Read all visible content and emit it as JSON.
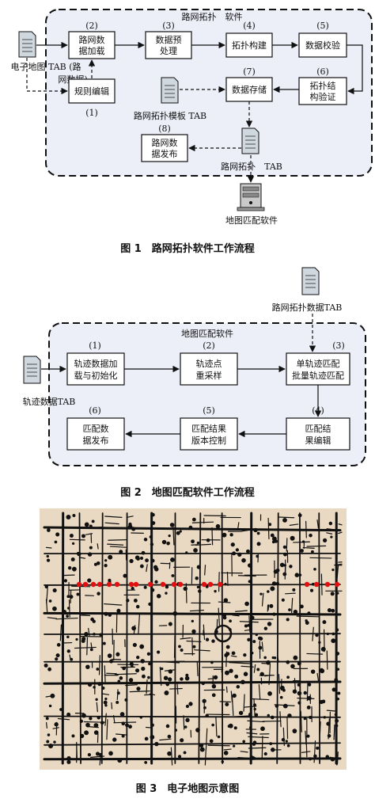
{
  "fig1": {
    "panel_title": "路网拓扑　软件",
    "caption": "图 1　路网拓扑软件工作流程",
    "input_doc_label_line1": "电子地图 TAB (路",
    "input_doc_label_line2": "网数据)",
    "template_doc_label": "路网拓扑模板 TAB",
    "output_doc_label": "路网拓扑　TAB",
    "server_label": "地图匹配软件",
    "steps": [
      {
        "num": "(2)",
        "line1": "路网数",
        "line2": "据加载"
      },
      {
        "num": "(3)",
        "line1": "数据预",
        "line2": "处理"
      },
      {
        "num": "(4)",
        "line1": "拓扑构建",
        "line2": ""
      },
      {
        "num": "(5)",
        "line1": "数据校验",
        "line2": ""
      },
      {
        "num": "(1)",
        "line1": "规则编辑",
        "line2": ""
      },
      {
        "num": "(7)",
        "line1": "数据存储",
        "line2": ""
      },
      {
        "num": "(6)",
        "line1": "拓扑结",
        "line2": "构验证"
      },
      {
        "num": "(8)",
        "line1": "路网数",
        "line2": "据发布"
      }
    ]
  },
  "fig2": {
    "panel_title": "地图匹配软件",
    "caption": "图 2　地图匹配软件工作流程",
    "input_doc_label": "轨迹数据TAB",
    "top_doc_label": "路网拓扑数据TAB",
    "steps": [
      {
        "num": "(1)",
        "line1": "轨迹数据加",
        "line2": "载与初始化"
      },
      {
        "num": "(2)",
        "line1": "轨迹点",
        "line2": "重采样"
      },
      {
        "num": "(3)",
        "line1": "单轨迹匹配",
        "line2": "批量轨迹匹配"
      },
      {
        "num": "(4)",
        "line1": "匹配结",
        "line2": "果编辑"
      },
      {
        "num": "(5)",
        "line1": "匹配结果",
        "line2": "版本控制"
      },
      {
        "num": "(6)",
        "line1": "匹配数",
        "line2": "据发布"
      }
    ]
  },
  "fig3": {
    "caption": "图 3　电子地图示意图",
    "colors": {
      "background": "#ead9c2",
      "roads": "#111111",
      "markers": "#e01010"
    }
  }
}
